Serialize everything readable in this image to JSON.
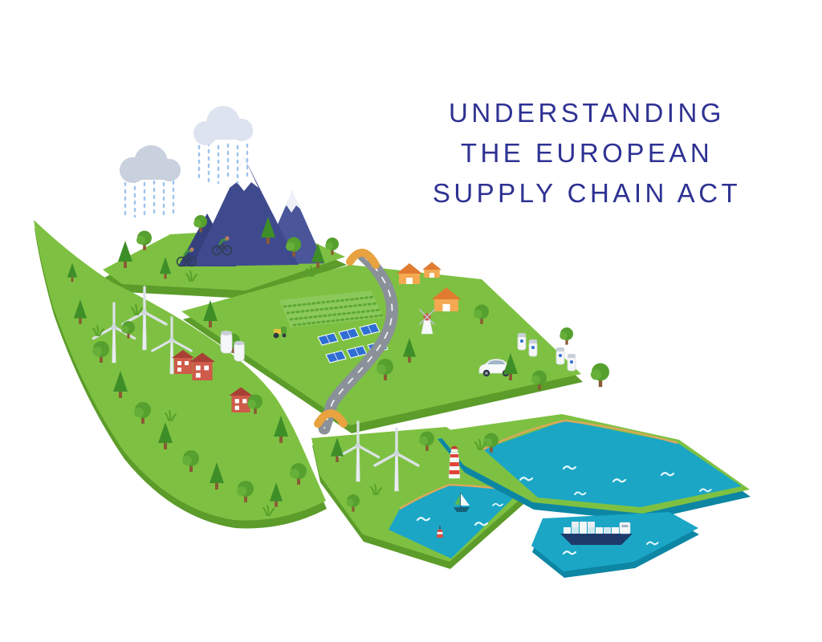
{
  "title": {
    "lines": [
      "UNDERSTANDING",
      "THE EUROPEAN",
      "SUPPLY CHAIN ACT"
    ],
    "color": "#2e3192"
  },
  "illustration": {
    "name": "leaf-shaped-sustainable-landscape",
    "colors": {
      "grass": "#7ec142",
      "grass_edge": "#5c9c2a",
      "water": "#1ba6c6",
      "water_edge": "#0d86a4",
      "shoreline_sand": "#d9a85c",
      "mountain": "#3f4a8e",
      "snow": "#ffffff",
      "cloud": "#c9d0de",
      "rain": "#9cc3ee",
      "road": "#8a9199",
      "bridge": "#e8a23f",
      "house_orange": "#f4a950",
      "house_red": "#cf5b4a",
      "solar_panel": "#2f6fd4",
      "lighthouse_red": "#e04438",
      "ship_hull": "#1d3a6b",
      "tree_round": "#55a02e",
      "tree_pine": "#3e8e28",
      "trunk": "#8a5a33",
      "turbine": "#dfe4e9"
    },
    "features": [
      "rain-clouds",
      "snow-capped-mountain",
      "cyclists",
      "forest-trees",
      "wind-turbines",
      "storage-silos",
      "red-houses",
      "orange-houses",
      "crop-field",
      "tractor",
      "solar-panels",
      "winding-road",
      "bridges",
      "electric-car",
      "charging-stations",
      "windmill",
      "lighthouse",
      "sailboat",
      "buoy",
      "pond",
      "sea",
      "cargo-ship",
      "waves",
      "grass-tufts"
    ]
  }
}
